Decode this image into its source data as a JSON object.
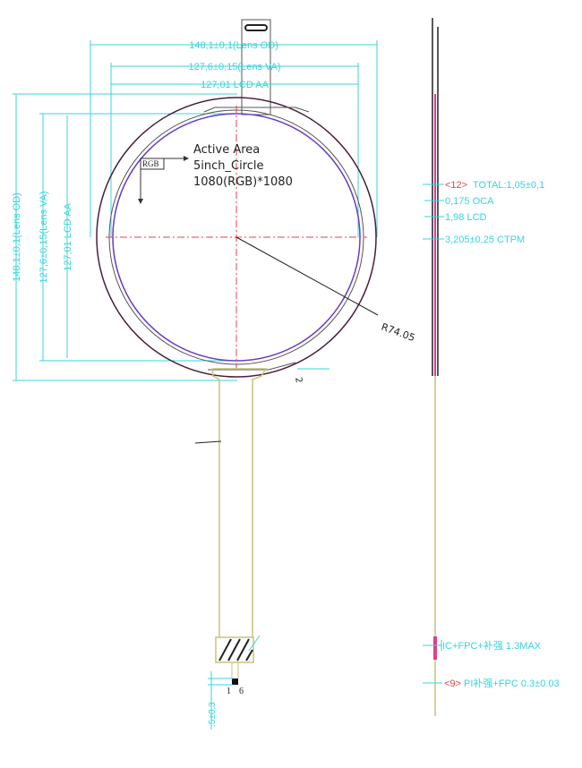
{
  "top_dims": {
    "lens_od": "148,1±0,1(Lens OD)",
    "lens_va": "127,6±0,15(Lens VA)",
    "lcd_aa": "127,01 LCD AA"
  },
  "left_dims": {
    "lens_od": "148,1±0,1(Lens OD)",
    "lens_va": "127,6±0,15(Lens VA)",
    "lcd_aa": "127,01 LCD AA"
  },
  "active_area": {
    "line1": "Active Area",
    "line2": "5inch_Circle",
    "line3": "1080(RGB)*1080",
    "rgb_label": "RGB"
  },
  "radius_label": "R74.05",
  "small_dim": "2",
  "pin_labels": {
    "first": "1",
    "last": "6"
  },
  "tail_dim": ".5±0.3",
  "side_view": {
    "total_tag": "<12>",
    "total": "TOTAL:1,05±0,1",
    "oca": "0,175 OCA",
    "lcd": "1,98 LCD",
    "ctpm": "3,205±0,25 CTPM",
    "ic_fpc": "IC+FPC+补强 1.3MAX",
    "pi_tag": "<9>",
    "pi_fpc": "PI补强+FPC 0.3±0.03"
  },
  "colors": {
    "dimension": "#37d4dc",
    "outline": "#4a1f3d",
    "active_area": "#6a3cc8",
    "centerline": "#e8424a",
    "fpc": "#c8c27a",
    "stiffener_highlight": "#e0408a"
  }
}
